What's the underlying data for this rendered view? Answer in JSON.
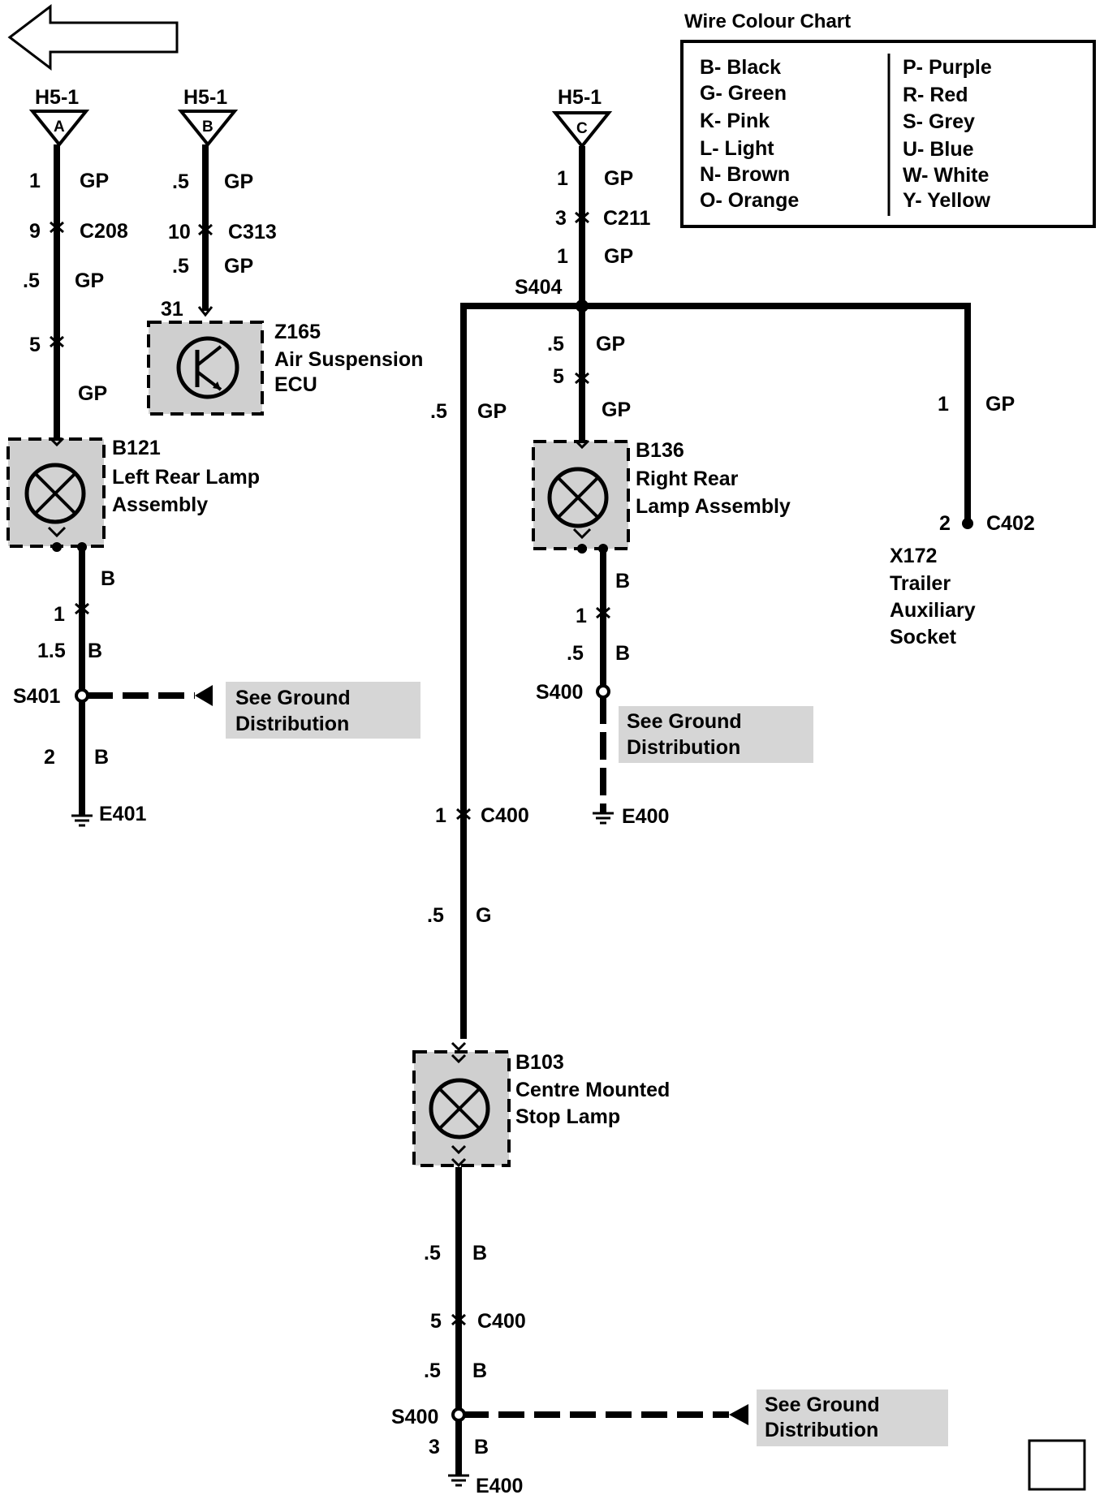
{
  "colour_chart": {
    "title": "Wire Colour Chart",
    "left": [
      "B- Black",
      "G- Green",
      "K- Pink",
      "L- Light",
      "N- Brown",
      "O- Orange"
    ],
    "right": [
      "P- Purple",
      "R- Red",
      "S- Grey",
      "U- Blue",
      "W- White",
      "Y- Yellow"
    ]
  },
  "connectors": {
    "h5_1_a": {
      "name": "H5-1",
      "pin": "A"
    },
    "h5_1_b": {
      "name": "H5-1",
      "pin": "B"
    },
    "h5_1_c": {
      "name": "H5-1",
      "pin": "C"
    }
  },
  "components": {
    "z165": {
      "id": "Z165",
      "line1": "Air Suspension",
      "line2": "ECU",
      "pin": "31"
    },
    "b121": {
      "id": "B121",
      "line1": "Left Rear Lamp",
      "line2": "Assembly"
    },
    "b136": {
      "id": "B136",
      "line1": "Right Rear",
      "line2": "Lamp Assembly"
    },
    "b103": {
      "id": "B103",
      "line1": "Centre Mounted",
      "line2": "Stop Lamp"
    },
    "x172": {
      "id": "X172",
      "line1": "Trailer",
      "line2": "Auxiliary",
      "line3": "Socket",
      "pin": "2",
      "conn": "C402"
    }
  },
  "wires": {
    "a1_size": "1",
    "a1_col": "GP",
    "c208_pin": "9",
    "c208": "C208",
    "a2_size": ".5",
    "a2_col": "GP",
    "a3_pin": "5",
    "a3_col": "GP",
    "b1_size": ".5",
    "b1_col": "GP",
    "c313_pin": "10",
    "c313": "C313",
    "b2_size": ".5",
    "b2_col": "GP",
    "l1_col": "B",
    "l1_pin": "1",
    "l2_size": "1.5",
    "l2_col": "B",
    "s401": "S401",
    "l3_size": "2",
    "l3_col": "B",
    "e401": "E401",
    "c1_size": "1",
    "c1_col": "GP",
    "c211_pin": "3",
    "c211": "C211",
    "c2_size": "1",
    "c2_col": "GP",
    "s404": "S404",
    "c3_size": ".5",
    "c3_col": "GP",
    "c4_pin": "5",
    "c4_col": "GP",
    "r1_col": "B",
    "r1_pin": "1",
    "r2_size": ".5",
    "r2_col": "B",
    "s400_r": "S400",
    "e400_r": "E400",
    "m1_size": ".5",
    "m1_col": "GP",
    "c400_pin": "1",
    "c400": "C400",
    "m2_size": ".5",
    "m2_col": "G",
    "x1_pin": "1",
    "x1_col": "GP",
    "d1_size": ".5",
    "d1_col": "B",
    "c400b_pin": "5",
    "c400b": "C400",
    "d2_size": ".5",
    "d2_col": "B",
    "s400_d": "S400",
    "d3_size": "3",
    "d3_col": "B",
    "e400_d": "E400"
  },
  "notes": {
    "ground_1": {
      "line1": "See Ground",
      "line2": "Distribution"
    },
    "ground_2": {
      "line1": "See Ground",
      "line2": "Distribution"
    },
    "ground_3": {
      "line1": "See Ground",
      "line2": "Distribution"
    }
  }
}
